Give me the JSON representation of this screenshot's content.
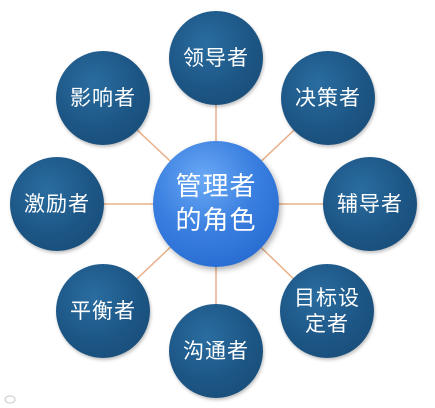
{
  "center": {
    "label_line1": "管理者",
    "label_line2": "的角色"
  },
  "roles": {
    "leader": "领导者",
    "decision_maker": "决策者",
    "coach": "辅导者",
    "goal_setter_line1": "目标设",
    "goal_setter_line2": "定者",
    "communicator": "沟通者",
    "balancer": "平衡者",
    "motivator": "激励者",
    "influencer": "影响者"
  },
  "colors": {
    "role_fill": "#1c5584",
    "center_fill": "#3a7fe0",
    "connector": "#e8b088"
  }
}
